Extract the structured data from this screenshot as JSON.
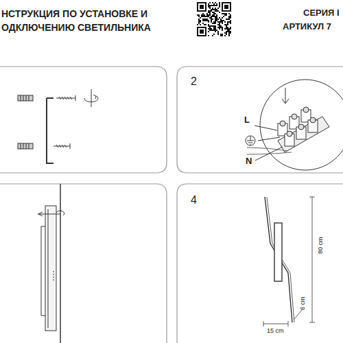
{
  "diagram": {
    "title": "НСТРУКЦИЯ ПО УСТАНОВКЕ И ОДКЛЮЧЕНИЮ СВЕТИЛЬНИКА",
    "labels": [
      "СЕРИЯ I",
      "АРТИКУЛ 7",
      "2",
      "L",
      "N",
      "4",
      "80 cm",
      "15 cm",
      "6 cm"
    ]
  }
}
